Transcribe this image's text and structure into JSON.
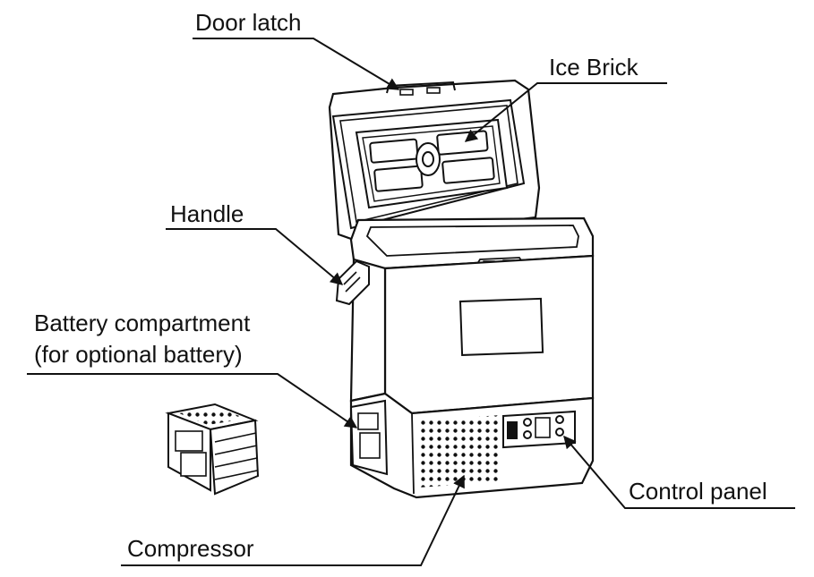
{
  "labels": {
    "door_latch": "Door latch",
    "ice_brick": "Ice Brick",
    "handle": "Handle",
    "battery_line1": "Battery compartment",
    "battery_line2": "(for optional battery)",
    "control_panel": "Control panel",
    "compressor": "Compressor"
  },
  "colors": {
    "ink": "#111111",
    "background": "#ffffff"
  }
}
